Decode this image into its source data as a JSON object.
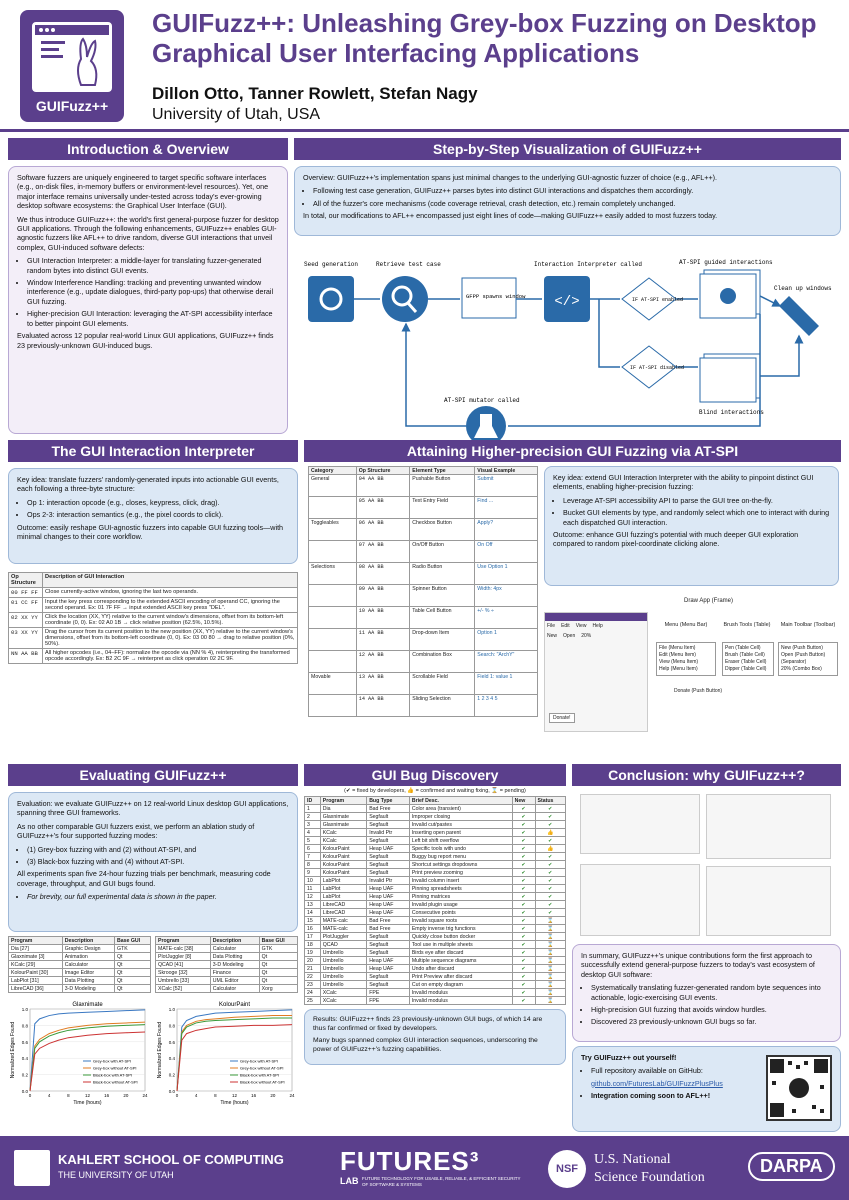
{
  "header": {
    "title": "GUIFuzz++: Unleashing Grey-box Fuzzing on Desktop Graphical User Interfacing Applications",
    "authors": "Dillon Otto, Tanner Rowlett, Stefan Nagy",
    "affiliation": "University of Utah, USA",
    "logo_label": "GUIFuzz++"
  },
  "intro": {
    "heading": "Introduction & Overview",
    "p1": "Software fuzzers are uniquely engineered to target specific software interfaces (e.g., on-disk files, in-memory buffers or environment-level resources). Yet, one major interface remains universally under-tested across today's ever-growing desktop software ecosystems: the Graphical User Interface (GUI).",
    "p2": "We thus introduce GUIFuzz++: the world's first general-purpose fuzzer for desktop GUI applications. Through the following enhancements, GUIFuzz++ enables GUI-agnostic fuzzers like AFL++ to drive random, diverse GUI interactions that unveil complex, GUI-induced software defects:",
    "bullets": [
      "GUI Interaction Interpreter: a middle-layer for translating fuzzer-generated random bytes into distinct GUI events.",
      "Window Interference Handling: tracking and preventing unwanted window interference (e.g., update dialogues, third-party pop-ups) that otherwise derail GUI fuzzing.",
      "Higher-precision GUI Interaction: leveraging the AT-SPI accessibility interface to better pinpoint GUI elements."
    ],
    "p3": "Evaluated across 12 popular real-world Linux GUI applications, GUIFuzz++ finds 23 previously-unknown GUI-induced bugs."
  },
  "steps": {
    "heading": "Step-by-Step Visualization of GUIFuzz++",
    "overview": "Overview: GUIFuzz++'s implementation spans just minimal changes to the underlying GUI-agnostic fuzzer of choice (e.g., AFL++).",
    "bullets": [
      "Following test case generation, GUIFuzz++ parses bytes into distinct GUI interactions and dispatches them accordingly.",
      "All of the fuzzer's core mechanisms (code coverage retrieval, crash detection, etc.) remain completely unchanged."
    ],
    "total": "In total, our modifications to AFL++ encompassed just eight lines of code—making GUIFuzz++ easily added to most fuzzers today.",
    "labels": {
      "seed": "Seed generation",
      "retrieve": "Retrieve test case",
      "gfpp": "GFPP spawns window",
      "interp": "Interaction Interpreter called",
      "enabled": "IF AT-SPI enabled",
      "disabled": "IF AT-SPI disabled",
      "guided": "AT-SPI guided interactions",
      "blind": "Blind interactions",
      "cleanup": "Clean up windows",
      "mutator": "AT-SPI mutator called"
    }
  },
  "interp": {
    "heading": "The GUI Interaction Interpreter",
    "key": "Key idea: translate fuzzers' randomly-generated inputs into actionable GUI events, each following a three-byte structure:",
    "bullets": [
      "Op 1: interaction opcode (e.g., closes, keypress, click, drag).",
      "Ops 2-3: interaction semantics (e.g., the pixel coords to click)."
    ],
    "outcome": "Outcome: easily reshape GUI-agnostic fuzzers into capable GUI fuzzing tools—with minimal changes to their core workflow.",
    "cols": [
      "Op Structure",
      "Description of GUI Interaction"
    ],
    "rows": [
      [
        "00 FF FF",
        "Close currently-active window, ignoring the last two operands."
      ],
      [
        "01 CC FF",
        "Input the key press corresponding to the extended ASCII encoding of operand CC, ignoring the second operand. Ex: 01 7F FF → input extended ASCII key press \"DEL\"."
      ],
      [
        "02 XX YY",
        "Click the location (XX, YY) relative to the current window's dimensions, offset from its bottom-left coordinate (0, 0). Ex: 02 A0 1B → click relative position (62.5%, 10.5%)."
      ],
      [
        "03 XX YY",
        "Drag the cursor from its current position to the new position (XX, YY) relative to the current window's dimensions, offset from its bottom-left coordinate (0, 0). Ex: 03 00 80 → drag to relative position (0%, 50%)."
      ],
      [
        "NN AA BB",
        "All higher opcodes (i.e., 04–FF): normalize the opcode via (NN % 4), reinterpreting the transformed opcode accordingly. Ex: B2 2C 9F → reinterpret as click operation 02 2C 9F."
      ]
    ]
  },
  "atspi": {
    "heading": "Attaining Higher-precision GUI Fuzzing via AT-SPI",
    "cols": [
      "Category",
      "Op Structure",
      "Element Type",
      "Visual Example"
    ],
    "rows": [
      [
        "General",
        "04 AA BB",
        "Pushable Button",
        "Submit"
      ],
      [
        "",
        "05 AA BB",
        "Text Entry Field",
        "Find ..."
      ],
      [
        "Toggleables",
        "06 AA BB",
        "Checkbox Button",
        "Apply?"
      ],
      [
        "",
        "07 AA BB",
        "On/Off Button",
        "On  Off"
      ],
      [
        "Selections",
        "08 AA BB",
        "Radio Button",
        "Use Option 1"
      ],
      [
        "",
        "09 AA BB",
        "Spinner Button",
        "Width: 4px"
      ],
      [
        "",
        "10 AA BB",
        "Table Cell Button",
        "+/-  %  ÷"
      ],
      [
        "",
        "11 AA BB",
        "Drop-down Item",
        "Option 1"
      ],
      [
        "",
        "12 AA BB",
        "Combination Box",
        "Search: \"ArchY\""
      ],
      [
        "Movable",
        "13 AA BB",
        "Scrollable Field",
        "Field 1: value 1"
      ],
      [
        "",
        "14 AA BB",
        "Sliding Selection",
        "1 2 3 4 5"
      ]
    ],
    "key": "Key idea: extend GUI Interaction Interpreter with the ability to pinpoint distinct GUI elements, enabling higher-precision fuzzing:",
    "bullets": [
      "Leverage AT-SPI accessibility API to parse the GUI tree on-the-fly.",
      "Bucket GUI elements by type, and randomly select which one to interact with during each dispatched GUI interaction."
    ],
    "outcome": "Outcome: enhance GUI fuzzing's potential with much deeper GUI exploration compared to random pixel-coordinate clicking alone.",
    "tree": {
      "root": "Draw App (Frame)",
      "menu": "Menu (Menu Bar)",
      "brush": "Brush Tools (Table)",
      "toolbar": "Main Toolbar (Toolbar)",
      "menu_items": [
        "File (Menu Item)",
        "Edit (Menu Item)",
        "View (Menu Item)",
        "Help (Menu Item)"
      ],
      "brush_items": [
        "Pen (Table Cell)",
        "Brush (Table Cell)",
        "Eraser (Table Cell)",
        "Dipper (Table Cell)"
      ],
      "toolbar_items": [
        "New (Push Button)",
        "Open (Push Button)",
        "(Separator)",
        "20% (Combo Box)"
      ],
      "donate": "Donate (Push Button)",
      "app_menu": [
        "File",
        "Edit",
        "View",
        "Help"
      ],
      "app_tools": [
        "New",
        "Open",
        "20%"
      ],
      "donate_btn": "Donate!"
    }
  },
  "eval": {
    "heading": "Evaluating GUIFuzz++",
    "p1": "Evaluation: we evaluate GUIFuzz++ on 12 real-world Linux desktop GUI applications, spanning three GUI frameworks.",
    "p2": "As no other comparable GUI fuzzers exist, we perform an ablation study of GUIFuzz++'s four supported fuzzing modes:",
    "bullets": [
      "(1) Grey-box fuzzing with and (2) without AT-SPI, and",
      "(3) Black-box fuzzing with and (4) without AT-SPI."
    ],
    "p3": "All experiments span five 24-hour fuzzing trials per benchmark, measuring code coverage, throughput, and GUI bugs found.",
    "p4": "For brevity, our full experimental data is shown in the paper.",
    "cols": [
      "Program",
      "Description",
      "Base GUI"
    ],
    "left": [
      [
        "Dia [27]",
        "Graphic Design",
        "GTK"
      ],
      [
        "Glaxnimate [3]",
        "Animation",
        "Qt"
      ],
      [
        "KCalc [29]",
        "Calculator",
        "Qt"
      ],
      [
        "KolourPaint [30]",
        "Image Editor",
        "Qt"
      ],
      [
        "LabPlot [31]",
        "Data Plotting",
        "Qt"
      ],
      [
        "LibreCAD [36]",
        "3-D Modeling",
        "Qt"
      ]
    ],
    "right": [
      [
        "MATE-calc [38]",
        "Calculator",
        "GTK"
      ],
      [
        "PlotJuggler [8]",
        "Data Plotting",
        "Qt"
      ],
      [
        "QCAD [41]",
        "3-D Modeling",
        "Qt"
      ],
      [
        "Skrooge [32]",
        "Finance",
        "Qt"
      ],
      [
        "Umbrello [33]",
        "UML Editor",
        "Qt"
      ],
      [
        "XCalc [52]",
        "Calculator",
        "Xorg"
      ]
    ]
  },
  "chart_data": [
    {
      "type": "line",
      "title": "Glaxnimate",
      "xlabel": "Time (hours)",
      "ylabel": "Normalized Edges Found",
      "x": [
        0,
        1,
        2,
        4,
        6,
        8,
        12,
        16,
        20,
        24
      ],
      "xlim": [
        0,
        24
      ],
      "ylim": [
        0,
        1
      ],
      "xticks": [
        0,
        4,
        8,
        12,
        16,
        20,
        24
      ],
      "yticks": [
        0,
        0.2,
        0.4,
        0.6,
        0.8,
        1.0
      ],
      "series": [
        {
          "name": "Grey-box with AT-SPI",
          "color": "#3a78c2",
          "values": [
            0,
            0.82,
            0.88,
            0.92,
            0.94,
            0.95,
            0.96,
            0.97,
            0.98,
            0.99
          ]
        },
        {
          "name": "Grey-box without AT-SPI",
          "color": "#e07b22",
          "values": [
            0,
            0.55,
            0.63,
            0.7,
            0.74,
            0.77,
            0.8,
            0.82,
            0.83,
            0.84
          ]
        },
        {
          "name": "Black-box with AT-SPI",
          "color": "#3a9a3a",
          "values": [
            0,
            0.52,
            0.6,
            0.67,
            0.71,
            0.74,
            0.77,
            0.79,
            0.8,
            0.81
          ]
        },
        {
          "name": "Black-box without AT-SPI",
          "color": "#cc3333",
          "values": [
            0,
            0.45,
            0.52,
            0.58,
            0.62,
            0.65,
            0.68,
            0.7,
            0.71,
            0.72
          ]
        }
      ]
    },
    {
      "type": "line",
      "title": "KolourPaint",
      "xlabel": "Time (hours)",
      "ylabel": "Normalized Edges Found",
      "x": [
        0,
        1,
        2,
        4,
        6,
        8,
        12,
        16,
        20,
        24
      ],
      "xlim": [
        0,
        24
      ],
      "ylim": [
        0,
        1
      ],
      "xticks": [
        0,
        4,
        8,
        12,
        16,
        20,
        24
      ],
      "yticks": [
        0,
        0.2,
        0.4,
        0.6,
        0.8,
        1.0
      ],
      "series": [
        {
          "name": "Grey-box with AT-SPI",
          "color": "#3a78c2",
          "values": [
            0,
            0.78,
            0.86,
            0.91,
            0.93,
            0.95,
            0.96,
            0.97,
            0.98,
            0.99
          ]
        },
        {
          "name": "Grey-box without AT-SPI",
          "color": "#e07b22",
          "values": [
            0,
            0.72,
            0.8,
            0.85,
            0.87,
            0.88,
            0.9,
            0.91,
            0.92,
            0.92
          ]
        },
        {
          "name": "Black-box with AT-SPI",
          "color": "#3a9a3a",
          "values": [
            0,
            0.7,
            0.78,
            0.83,
            0.85,
            0.86,
            0.87,
            0.88,
            0.89,
            0.89
          ]
        },
        {
          "name": "Black-box without AT-SPI",
          "color": "#cc3333",
          "values": [
            0,
            0.62,
            0.7,
            0.74,
            0.76,
            0.78,
            0.79,
            0.8,
            0.8,
            0.81
          ]
        }
      ]
    }
  ],
  "bugs": {
    "heading": "GUI Bug Discovery",
    "legend": "(✔ = fixed by developers, 👍 = confirmed and waiting fixing, ⌛ = pending)",
    "cols": [
      "ID",
      "Program",
      "Bug Type",
      "Brief Desc.",
      "New",
      "Status"
    ],
    "rows": [
      [
        "1",
        "Dia",
        "Bad Free",
        "Color area (transient)",
        "✔",
        "✔"
      ],
      [
        "2",
        "Glaxnimate",
        "Segfault",
        "Improper closing",
        "✔",
        "✔"
      ],
      [
        "3",
        "Glaxnimate",
        "Segfault",
        "Invalid cut/pastes",
        "✔",
        "✔"
      ],
      [
        "4",
        "KCalc",
        "Invalid Ptr",
        "Inserting open parent",
        "✔",
        "👍"
      ],
      [
        "5",
        "KCalc",
        "Segfault",
        "Left bit shift overflow",
        "✔",
        "✔"
      ],
      [
        "6",
        "KolourPaint",
        "Heap UAF",
        "Specific tools with undo",
        "✔",
        "👍"
      ],
      [
        "7",
        "KolourPaint",
        "Segfault",
        "Buggy bug report menu",
        "✔",
        "✔"
      ],
      [
        "8",
        "KolourPaint",
        "Segfault",
        "Shortcut settings dropdowns",
        "✔",
        "✔"
      ],
      [
        "9",
        "KolourPaint",
        "Segfault",
        "Print preview zooming",
        "✔",
        "✔"
      ],
      [
        "10",
        "LabPlot",
        "Invalid Ptr",
        "Invalid column insert",
        "✔",
        "✔"
      ],
      [
        "11",
        "LabPlot",
        "Heap UAF",
        "Pinning spreadsheets",
        "✔",
        "✔"
      ],
      [
        "12",
        "LabPlot",
        "Heap UAF",
        "Pinning matrices",
        "✔",
        "✔"
      ],
      [
        "13",
        "LibreCAD",
        "Heap UAF",
        "Invalid plugin usage",
        "✔",
        "✔"
      ],
      [
        "14",
        "LibreCAD",
        "Heap UAF",
        "Consecutive points",
        "✔",
        "✔"
      ],
      [
        "15",
        "MATE-calc",
        "Bad Free",
        "Invalid square roots",
        "✔",
        "⌛"
      ],
      [
        "16",
        "MATE-calc",
        "Bad Free",
        "Empty inverse trig functions",
        "✔",
        "⌛"
      ],
      [
        "17",
        "PlotJuggler",
        "Segfault",
        "Quickly close button docker",
        "✔",
        "⌛"
      ],
      [
        "18",
        "QCAD",
        "Segfault",
        "Tool use in multiple sheets",
        "✔",
        "⌛"
      ],
      [
        "19",
        "Umbrello",
        "Segfault",
        "Birds eye after discard",
        "✔",
        "⌛"
      ],
      [
        "20",
        "Umbrello",
        "Heap UAF",
        "Multiple sequence diagrams",
        "✔",
        "⌛"
      ],
      [
        "21",
        "Umbrello",
        "Heap UAF",
        "Undo after discard",
        "✔",
        "⌛"
      ],
      [
        "22",
        "Umbrello",
        "Segfault",
        "Print Preview after discard",
        "✔",
        "⌛"
      ],
      [
        "23",
        "Umbrello",
        "Segfault",
        "Cut on empty diagram",
        "✔",
        "⌛"
      ],
      [
        "24",
        "XCalc",
        "FPE",
        "Invalid modulus",
        "✔",
        "⌛"
      ],
      [
        "25",
        "XCalc",
        "FPE",
        "Invalid modulus",
        "✔",
        "⌛"
      ]
    ],
    "results": "Results: GUIFuzz++ finds 23 previously-unknown GUI bugs, of which 14 are thus far confirmed or fixed by developers.",
    "results2": "Many bugs spanned complex GUI interaction sequences, underscoring the power of GUIFuzz++'s fuzzing capabilities."
  },
  "concl": {
    "heading": "Conclusion: why GUIFuzz++?",
    "summary": "In summary, GUIFuzz++'s unique contributions form the first approach to successfully extend general-purpose fuzzers to today's vast ecosystem of desktop GUI software:",
    "bullets": [
      "Systematically translating fuzzer-generated random byte sequences into actionable, logic-exercising GUI events.",
      "High-precision GUI fuzzing that avoids window hurdles.",
      "Discovered 23 previously-unknown GUI bugs so far."
    ],
    "try": "Try GUIFuzz++ out yourself!",
    "try_bullets": [
      "Full repository available on GitHub:",
      "github.com/FuturesLab/GUIFuzzPlusPlus",
      "Integration coming soon to AFL++!"
    ]
  },
  "footer": {
    "kahlert": "KAHLERT SCHOOL OF COMPUTING",
    "uofu": "THE UNIVERSITY OF UTAH",
    "futures": "FUTURES³",
    "futures_lab": "LAB",
    "futures_sub": "FUTURE TECHNOLOGY FOR USABLE, RELIABLE, & EFFICIENT SECURITY OF SOFTWARE & SYSTEMS",
    "nsf": "NSF",
    "nsf1": "U.S. National",
    "nsf2": "Science Foundation",
    "darpa": "DARPA"
  }
}
